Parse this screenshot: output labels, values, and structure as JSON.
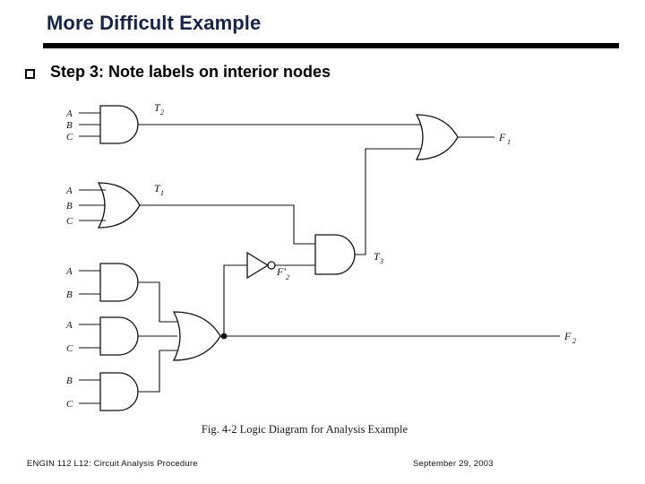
{
  "slide": {
    "title": "More Difficult Example",
    "title_color": "#16244c",
    "rule_color": "#000000",
    "background": "#ffffff"
  },
  "bullet": {
    "marker": "hollow-square",
    "text": "Step 3: Note labels on interior nodes"
  },
  "figure": {
    "caption": "Fig. 4-2  Logic Diagram for Analysis Example",
    "gates": [
      {
        "id": "g-and-t2",
        "type": "AND",
        "inputs": [
          "A",
          "B",
          "C"
        ],
        "output_label": "T2"
      },
      {
        "id": "g-or-t1",
        "type": "OR",
        "inputs": [
          "A",
          "B",
          "C"
        ],
        "output_label": "T1"
      },
      {
        "id": "g-not-f2",
        "type": "NOT",
        "inputs": [
          "F2"
        ],
        "output_label": "F'2"
      },
      {
        "id": "g-and-t3",
        "type": "AND",
        "inputs": [
          "T1",
          "F'2"
        ],
        "output_label": "T3"
      },
      {
        "id": "g-or-f1",
        "type": "OR",
        "inputs": [
          "T2",
          "T3"
        ],
        "output_label": "F1"
      },
      {
        "id": "g-and-ab",
        "type": "AND",
        "inputs": [
          "A",
          "B"
        ],
        "output_label": ""
      },
      {
        "id": "g-and-ac",
        "type": "AND",
        "inputs": [
          "A",
          "C"
        ],
        "output_label": ""
      },
      {
        "id": "g-and-bc",
        "type": "AND",
        "inputs": [
          "B",
          "C"
        ],
        "output_label": ""
      },
      {
        "id": "g-or-f2",
        "type": "OR",
        "inputs": [
          "AB",
          "AC",
          "BC"
        ],
        "output_label": "F2"
      }
    ],
    "input_labels": {
      "and_t2": [
        "A",
        "B",
        "C"
      ],
      "or_t1": [
        "A",
        "B",
        "C"
      ],
      "and_ab": [
        "A",
        "B"
      ],
      "and_ac": [
        "A",
        "C"
      ],
      "and_bc": [
        "B",
        "C"
      ]
    },
    "node_labels": {
      "t2": "T",
      "t2_sub": "2",
      "t1": "T",
      "t1_sub": "1",
      "t3": "T",
      "t3_sub": "3",
      "f1": "F",
      "f1_sub": "1",
      "f2": "F",
      "f2_sub": "2",
      "f2_not": "F'",
      "f2_not_sub": "2"
    }
  },
  "footer": {
    "left": "ENGIN 112 L12: Circuit Analysis Procedure",
    "right": "September 29, 2003"
  }
}
